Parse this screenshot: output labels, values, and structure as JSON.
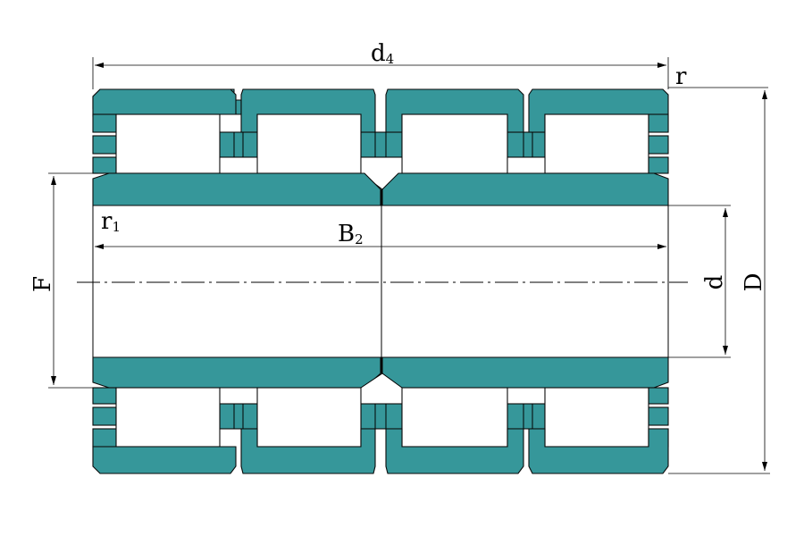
{
  "labels": {
    "d4": "d",
    "d4_sub": "4",
    "r": "r",
    "r1": "r",
    "r1_sub": "1",
    "B2": "B",
    "B2_sub": "2",
    "F": "F",
    "d": "d",
    "D": "D"
  },
  "colors": {
    "ring": "#36979a",
    "outline": "#0a0a0a",
    "background": "#ffffff"
  }
}
